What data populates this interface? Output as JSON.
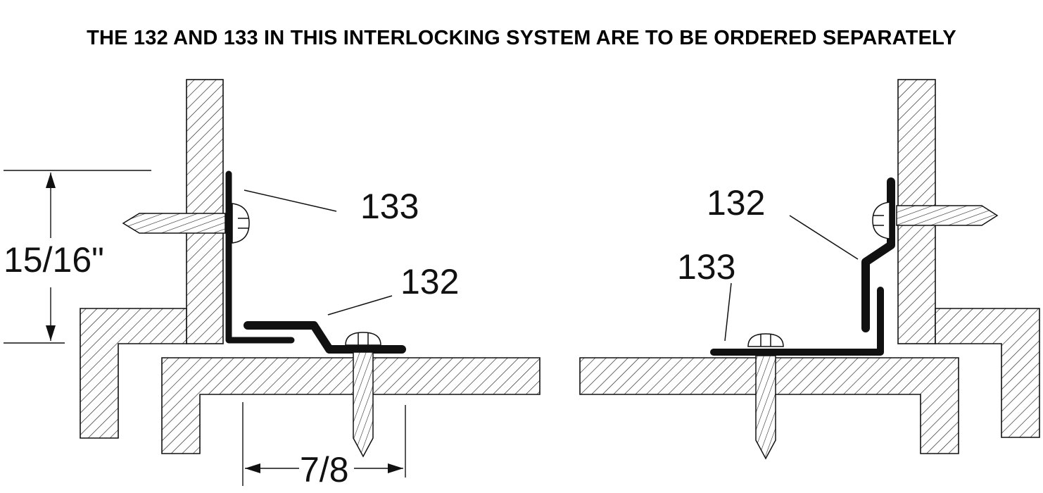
{
  "diagram": {
    "title": "THE 132 AND 133 IN THIS INTERLOCKING SYSTEM ARE TO BE ORDERED SEPARATELY",
    "left_view": {
      "label_133": "133",
      "label_132": "132",
      "dim_vertical": "15/16\"",
      "dim_horizontal": "7/8"
    },
    "right_view": {
      "label_132": "132",
      "label_133": "133"
    },
    "colors": {
      "ink": "#111111",
      "hatch": "#222222",
      "background": "#ffffff"
    }
  }
}
